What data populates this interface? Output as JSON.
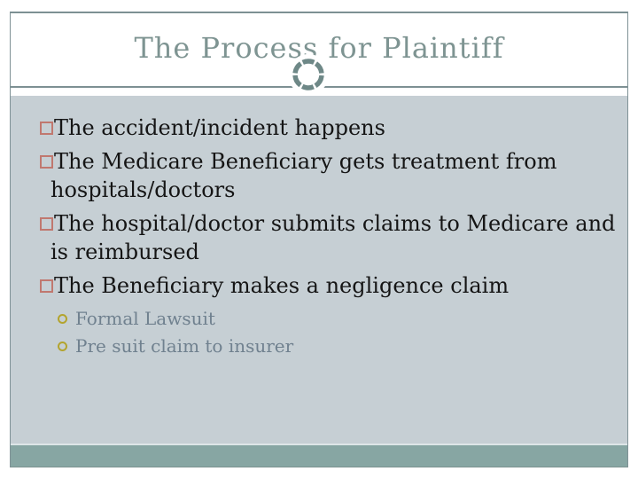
{
  "slide": {
    "title": "The Process for Plaintiff",
    "bullets": [
      {
        "level": 1,
        "text": "The accident/incident happens"
      },
      {
        "level": 1,
        "text": "The Medicare Beneficiary gets treatment from\nhospitals/doctors"
      },
      {
        "level": 1,
        "text": "The hospital/doctor submits claims to Medicare and\nis reimbursed"
      },
      {
        "level": 1,
        "text": "The Beneficiary makes a negligence claim"
      },
      {
        "level": 2,
        "text": "Formal Lawsuit"
      },
      {
        "level": 2,
        "text": "Pre suit claim to insurer"
      }
    ]
  },
  "colors": {
    "title_text": "#7e9492",
    "frame_border": "#7f9296",
    "divider_line": "#7d9093",
    "content_background": "#c6cfd4",
    "footer_band": "#87a6a3",
    "square_bullet": "#c0786f",
    "circle_bullet": "#b3a42e",
    "body_text": "#151515",
    "sub_text": "#70818f",
    "ornament_ring": "#6e8887"
  },
  "icons": {
    "ring_ornament": "dashed-ring",
    "square_bullet": "hollow-square",
    "circle_bullet": "hollow-circle"
  }
}
